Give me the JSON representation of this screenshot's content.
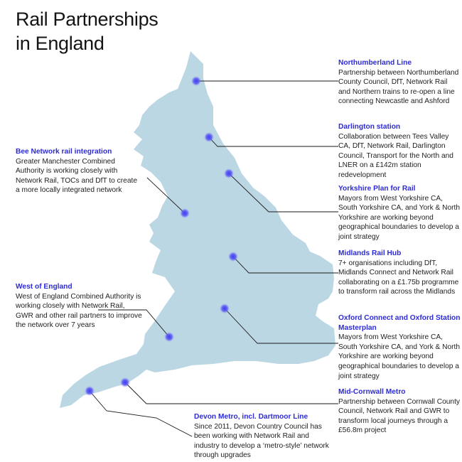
{
  "title_line1": "Rail Partnerships",
  "title_line2": "in England",
  "colors": {
    "land": "#bcd7e4",
    "marker": "#3f3ef0",
    "marker_glow": "#6f6ef6",
    "heading": "#2d2bd6",
    "leader": "#1a1a1a"
  },
  "callouts": [
    {
      "name": "northumberland",
      "title": "Northumberland Line",
      "text": "Partnership between Northumberland County Council, DfT, Network Rail and Northern trains to re-open a line connecting Newcastle and Ashford"
    },
    {
      "name": "darlington",
      "title": "Darlington station",
      "text": "Collaboration between Tees Valley CA, DfT, Network Rail, Darlington Council,  Transport for the North and LNER on a £142m station redevelopment"
    },
    {
      "name": "bee-network",
      "title": "Bee Network rail integration",
      "text": "Greater Manchester Combined Authority is working closely with Network Rail, TOCs and DfT to create a more locally integrated network"
    },
    {
      "name": "yorkshire",
      "title": "Yorkshire Plan for Rail",
      "text": "Mayors from West Yorkshire CA, South Yorkshire CA, and York & North Yorkshire are working beyond geographical boundaries to develop a joint strategy"
    },
    {
      "name": "midlands",
      "title": "Midlands Rail Hub",
      "text": "7+ organisations including DfT, Midlands Connect and Network Rail collaborating  on a £1.75b programme to transform rail across the Midlands"
    },
    {
      "name": "west-england",
      "title": "West of England",
      "text": "West of England Combined Authority is working closely with Network Rail, GWR and other rail partners to improve the network over 7 years"
    },
    {
      "name": "oxford",
      "title": "Oxford Connect and Oxford Station Masterplan",
      "text": "Mayors from West Yorkshire CA, South Yorkshire CA, and York & North Yorkshire are working beyond geographical boundaries to develop a joint strategy"
    },
    {
      "name": "mid-cornwall",
      "title": "Mid-Cornwall Metro",
      "text": "Partnership between Cornwall County Council, Network Rail and GWR to transform local journeys through a £56.8m project"
    },
    {
      "name": "devon",
      "title": "Devon Metro, incl. Dartmoor Line",
      "text": "Since 2011, Devon Country Council has been working with Network Rail and industry to develop a ‘metro-style’ network through upgrades"
    }
  ]
}
